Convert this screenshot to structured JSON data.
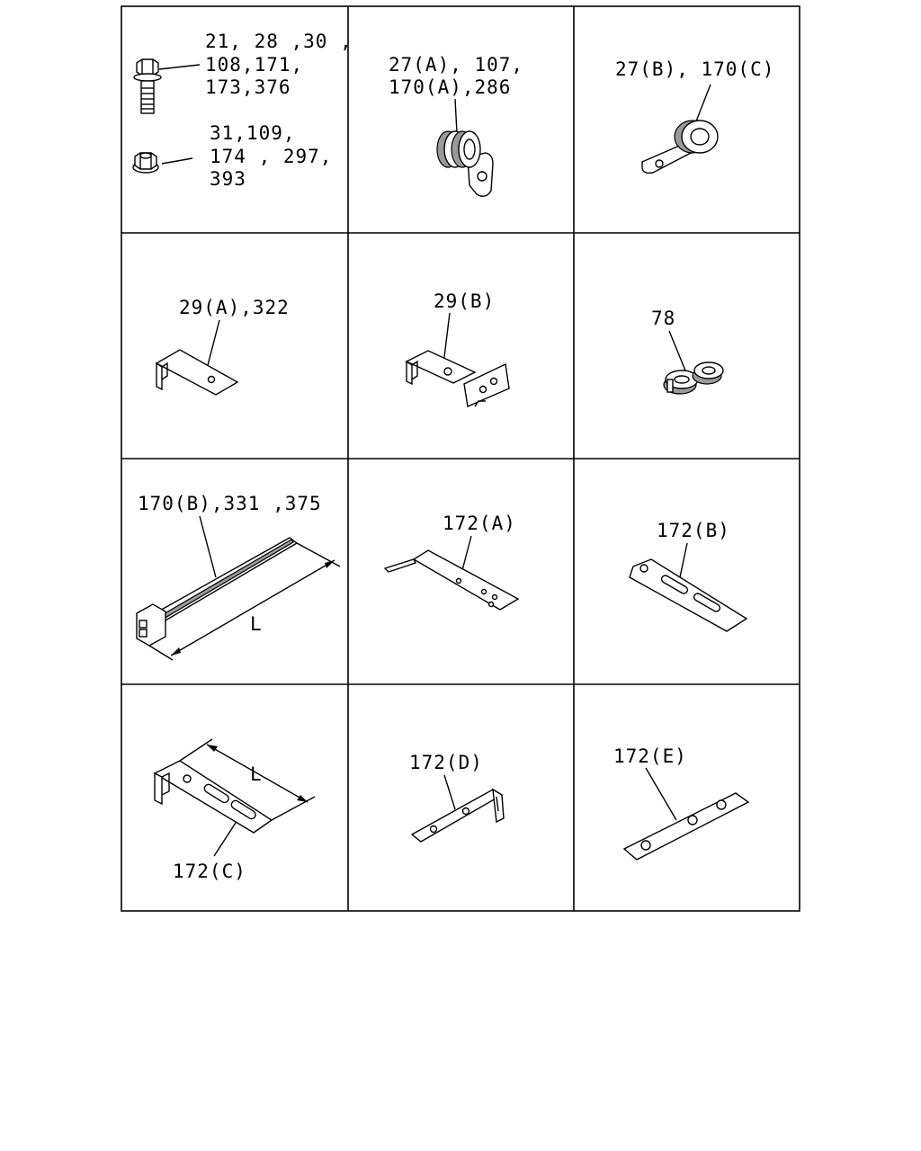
{
  "cells": [
    {
      "id": "bolt-nut",
      "labels": [
        [
          "21, 28 ,30 ,",
          "108,171,",
          "173,376"
        ],
        [
          "31,109,",
          "174 , 297,",
          "393"
        ]
      ]
    },
    {
      "id": "clip-27a",
      "labels": [
        [
          "27(A), 107,",
          "170(A),286"
        ]
      ]
    },
    {
      "id": "clamp-27b",
      "labels": [
        [
          "27(B), 170(C)"
        ]
      ]
    },
    {
      "id": "bracket-29a",
      "labels": [
        [
          "29(A),322"
        ]
      ]
    },
    {
      "id": "bracket-29b",
      "labels": [
        [
          "29(B)"
        ]
      ]
    },
    {
      "id": "clip-78",
      "labels": [
        [
          "78"
        ]
      ]
    },
    {
      "id": "cable-tie",
      "labels": [
        [
          "170(B),331 ,375"
        ]
      ],
      "dimension": "L"
    },
    {
      "id": "bracket-172a",
      "labels": [
        [
          "172(A)"
        ]
      ]
    },
    {
      "id": "plate-172b",
      "labels": [
        [
          "172(B)"
        ]
      ]
    },
    {
      "id": "bracket-172c",
      "labels": [
        [
          "172(C)"
        ]
      ],
      "dimension": "L"
    },
    {
      "id": "bracket-172d",
      "labels": [
        [
          "172(D)"
        ]
      ]
    },
    {
      "id": "plate-172e",
      "labels": [
        [
          "172(E)"
        ]
      ]
    }
  ]
}
